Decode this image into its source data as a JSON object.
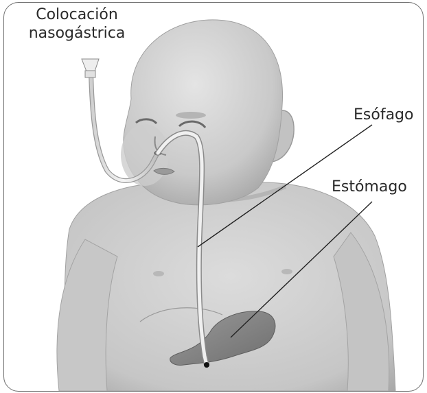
{
  "labels": {
    "nasogastric_line1": "Colocación",
    "nasogastric_line2": "nasogástrica",
    "esophagus": "Esófago",
    "stomach": "Estómago"
  },
  "colors": {
    "skin": "#d3d3d3",
    "skin_shadow": "#a9a9a9",
    "tube": "#e9e9e9",
    "stomach": "#8e8e8e",
    "leader_line": "#222222"
  },
  "icons": {
    "tube_tip": "tube-tip-icon"
  }
}
